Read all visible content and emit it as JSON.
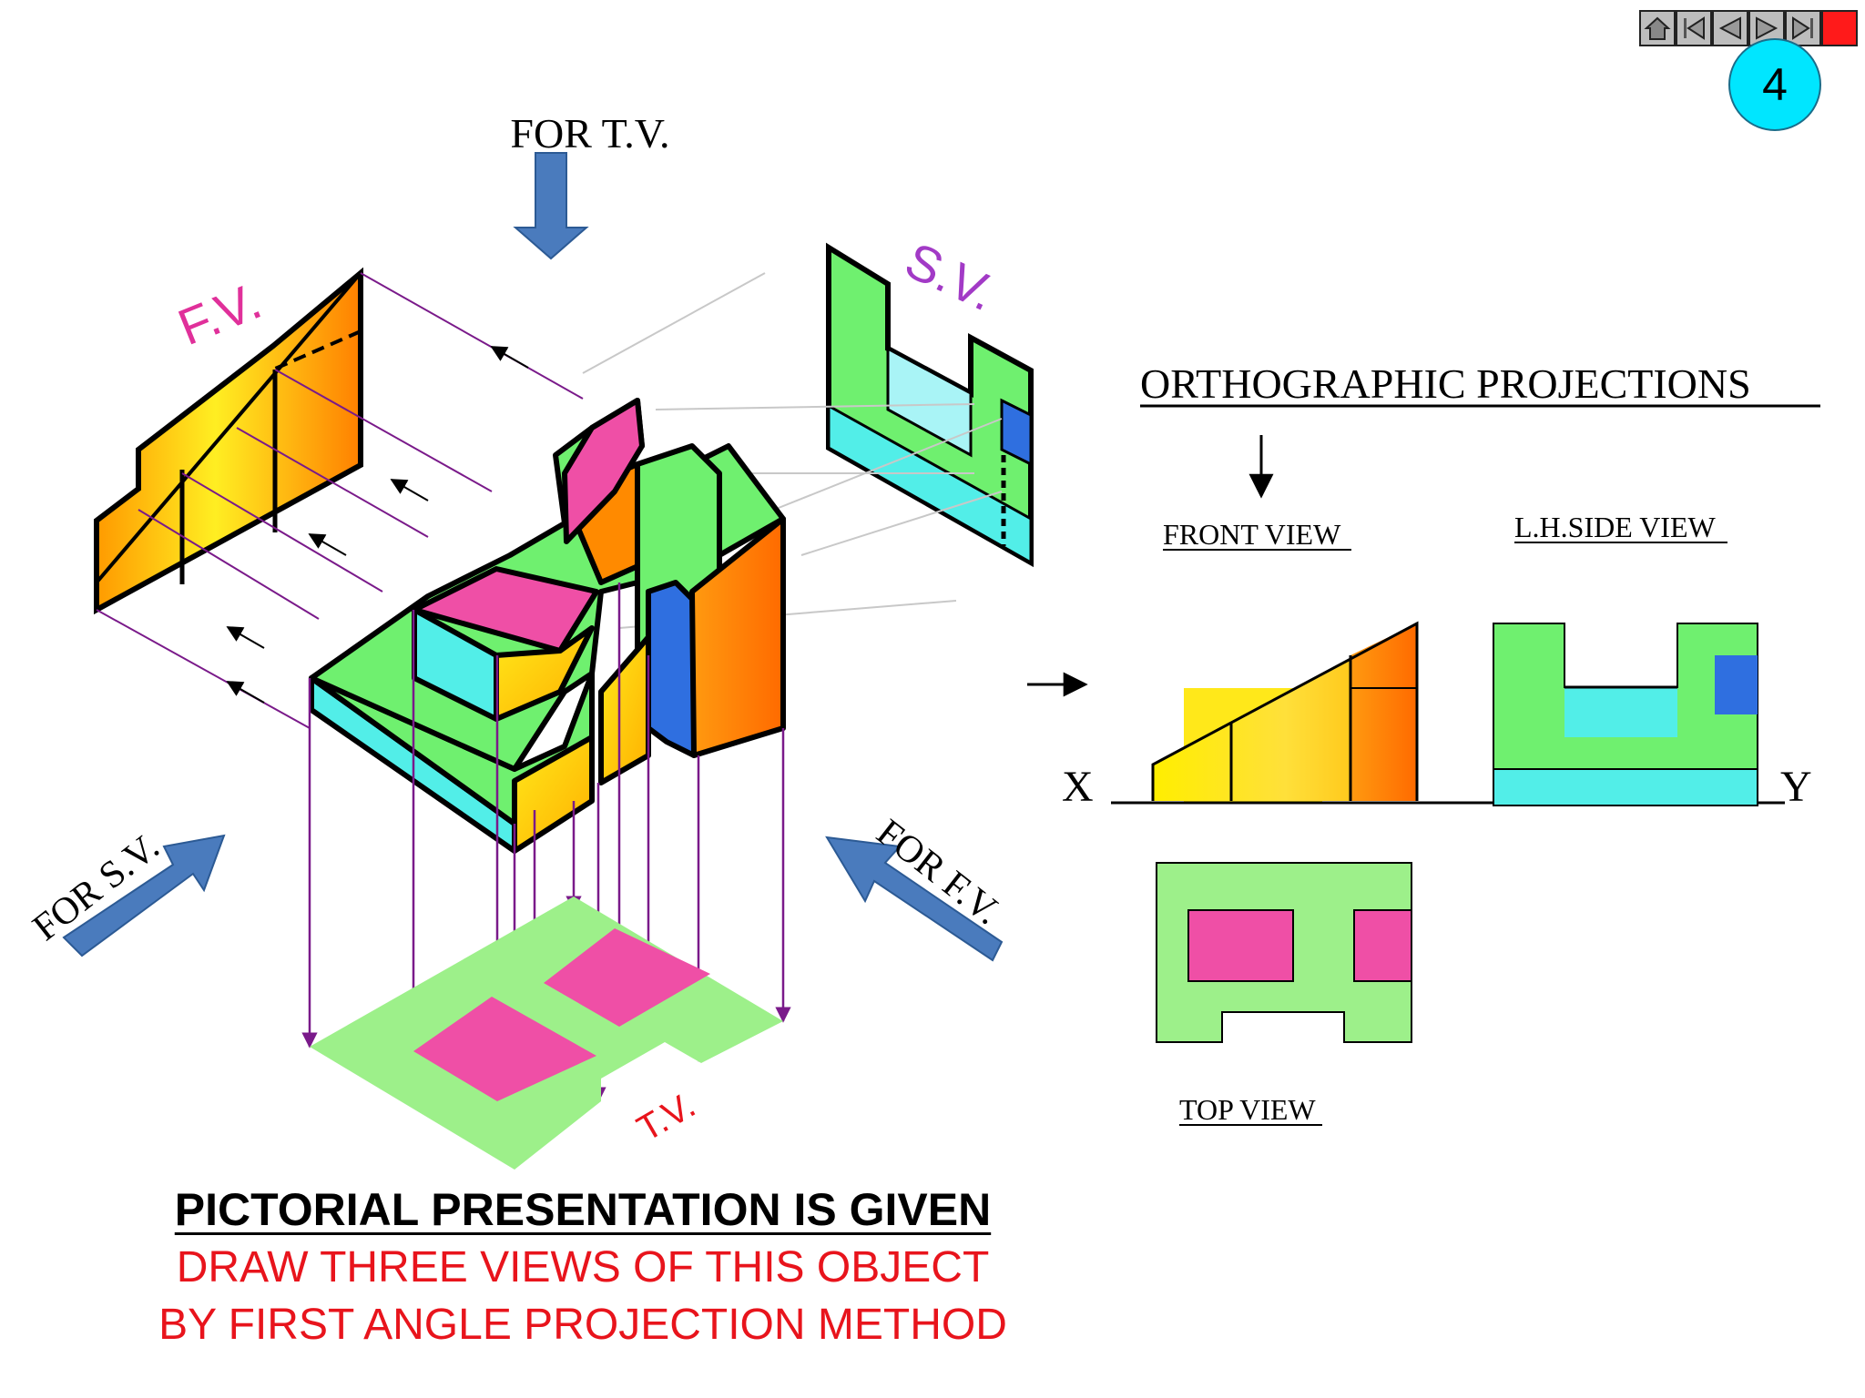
{
  "nav": {
    "buttons": [
      "home-icon",
      "first-slide-icon",
      "previous-slide-icon",
      "next-slide-icon",
      "last-slide-icon"
    ],
    "end_color": "#ff1a1a"
  },
  "slide_number": "4",
  "pictorial": {
    "for_tv": "FOR T.V.",
    "for_sv": "FOR S.V.",
    "for_fv": "FOR F.V.",
    "fv_tag": "F.V.",
    "sv_tag": "S.V.",
    "tv_tag": "T.V."
  },
  "ortho": {
    "heading": "ORTHOGRAPHIC PROJECTIONS",
    "front_view": "FRONT VIEW",
    "side_view": "L.H.SIDE VIEW",
    "top_view": "TOP VIEW",
    "x_label": "X",
    "y_label": "Y"
  },
  "captions": {
    "line1": "PICTORIAL PRESENTATION IS GIVEN",
    "line2": "DRAW THREE VIEWS OF THIS OBJECT",
    "line3": "BY FIRST ANGLE PROJECTION METHOD"
  },
  "colors": {
    "green": "#6ff06f",
    "light_green": "#9df08a",
    "magenta": "#ef4fa6",
    "cyan": "#52eee8",
    "blue": "#2f6fe0",
    "orange": "#ff8a00",
    "yellow": "#ffe81a",
    "purple": "#7a1a8a",
    "arrow_blue": "#4a7bbd"
  }
}
